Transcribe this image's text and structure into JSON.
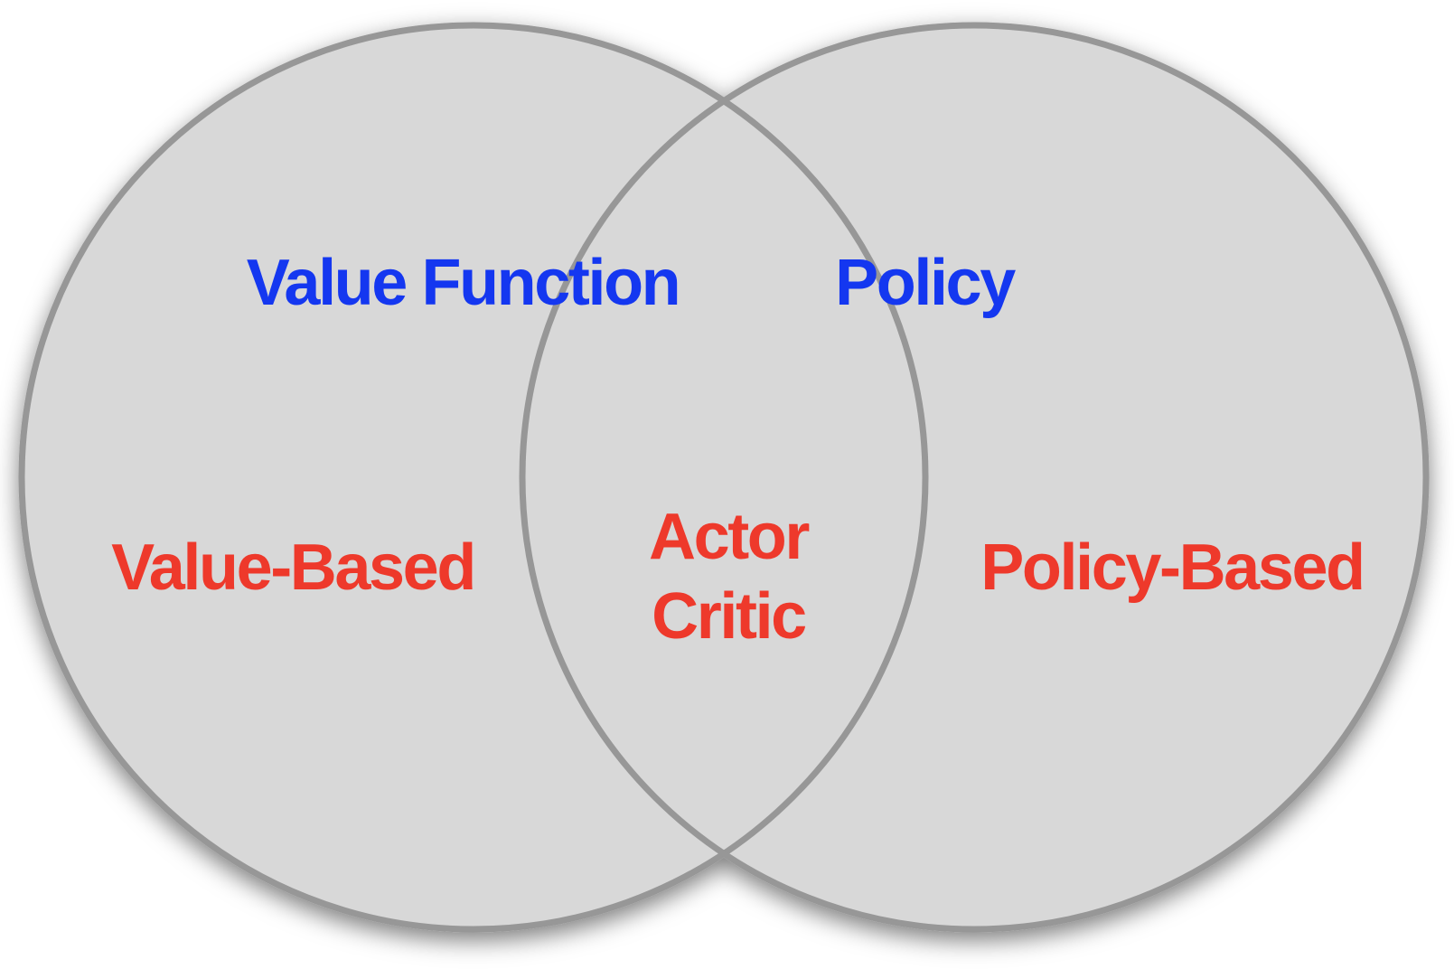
{
  "colors": {
    "background": "#ffffff",
    "label_blue": "#1437f0",
    "label_red": "#ee392b",
    "circle_fill": "#d8d8d8",
    "circle_stroke": "#979797"
  },
  "venn": {
    "left_circle": {
      "concept_label": "Value Function",
      "method_label": "Value-Based"
    },
    "right_circle": {
      "concept_label": "Policy",
      "method_label": "Policy-Based"
    },
    "intersection": {
      "method_label_line1": "Actor",
      "method_label_line2": "Critic"
    }
  }
}
